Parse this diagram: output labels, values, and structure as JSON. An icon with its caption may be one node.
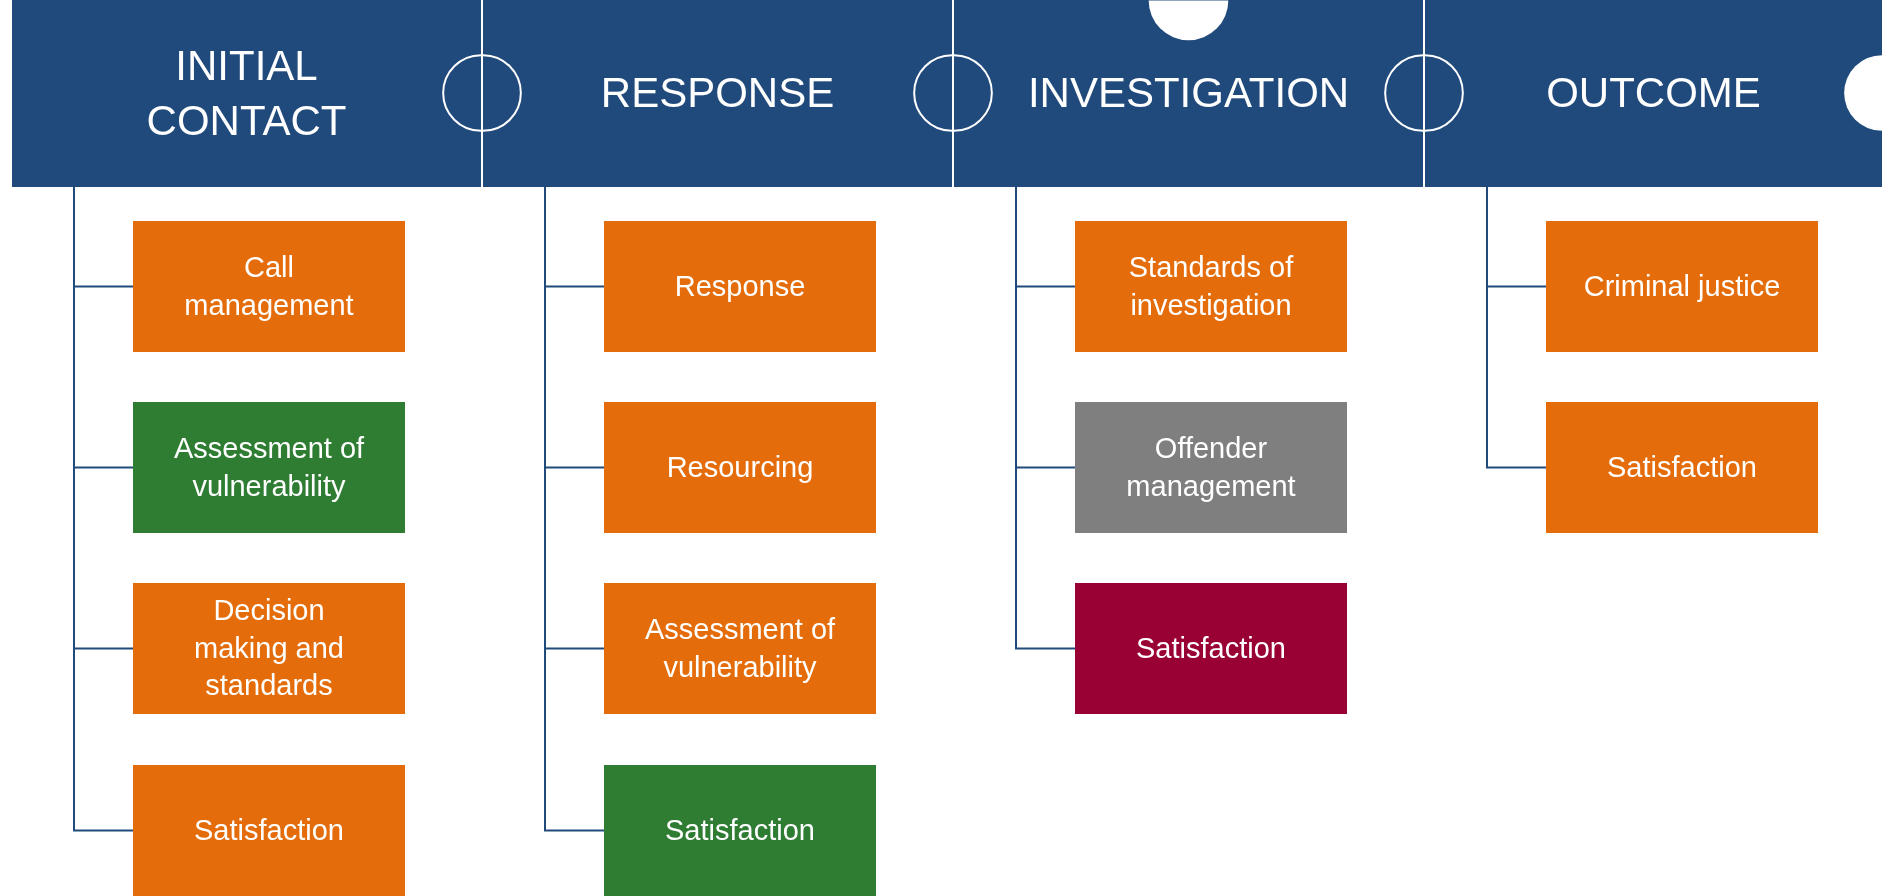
{
  "diagram": {
    "nodes": [
      {
        "text": [
          "INITIAL CONTACT"
        ]
      },
      {
        "text": [
          "Call management"
        ]
      },
      {
        "text": [
          "Assessment of vulnerability"
        ]
      },
      {
        "text": [
          "Decision making and standards"
        ]
      },
      {
        "text": [
          "Satisfaction"
        ]
      },
      {
        "text": [
          "RESPONSE"
        ]
      },
      {
        "text": [
          "Response"
        ]
      },
      {
        "text": [
          "Resourcing"
        ]
      },
      {
        "text": [
          "Assessment of vulnerability"
        ]
      },
      {
        "text": [
          "Satisfaction"
        ]
      },
      {
        "text": [
          "INVESTIGATION"
        ]
      },
      {
        "text": [
          "Standards of investigation"
        ]
      },
      {
        "text": [
          "Offender management"
        ]
      },
      {
        "text": [
          "Satisfaction"
        ]
      },
      {
        "text": [
          "OUTCOME"
        ]
      },
      {
        "text": [
          "Criminal justice"
        ]
      },
      {
        "text": [
          "Satisfaction"
        ]
      }
    ],
    "edges": [
      {
        "from": 0,
        "to": 1,
        "arrow": "none"
      },
      {
        "from": 0,
        "to": 2,
        "arrow": "none"
      },
      {
        "from": 0,
        "to": 3,
        "arrow": "none"
      },
      {
        "from": 0,
        "to": 4,
        "arrow": "none"
      },
      {
        "from": 5,
        "to": 6,
        "arrow": "none"
      },
      {
        "from": 5,
        "to": 7,
        "arrow": "none"
      },
      {
        "from": 5,
        "to": 8,
        "arrow": "none"
      },
      {
        "from": 5,
        "to": 9,
        "arrow": "none"
      },
      {
        "from": 10,
        "to": 11,
        "arrow": "none"
      },
      {
        "from": 10,
        "to": 12,
        "arrow": "none"
      },
      {
        "from": 10,
        "to": 13,
        "arrow": "none"
      },
      {
        "from": 14,
        "to": 15,
        "arrow": "none"
      },
      {
        "from": 14,
        "to": 16,
        "arrow": "none"
      }
    ]
  }
}
